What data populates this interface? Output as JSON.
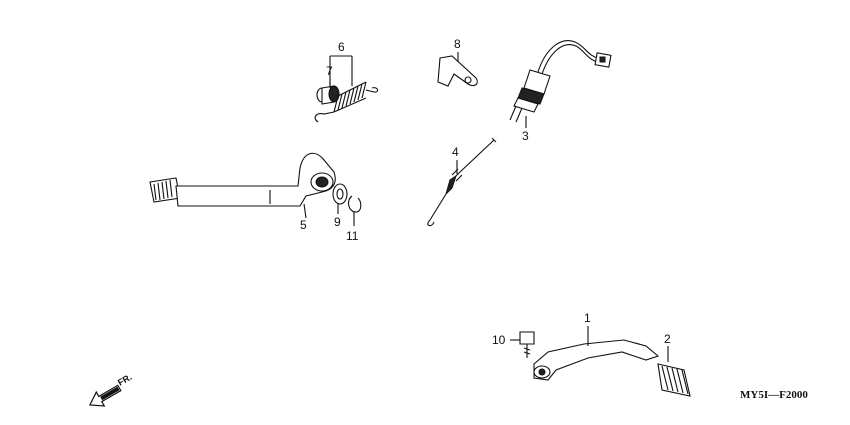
{
  "callouts": {
    "p1": "1",
    "p2": "2",
    "p3": "3",
    "p4": "4",
    "p5": "5",
    "p6": "6",
    "p7": "7",
    "p8": "8",
    "p9": "9",
    "p10": "10",
    "p11": "11"
  },
  "direction_label": "FR.",
  "reference_code": "MY5I—F2000",
  "colors": {
    "line": "#111111",
    "background": "#ffffff"
  },
  "icons": [
    "direction-arrow-icon"
  ]
}
